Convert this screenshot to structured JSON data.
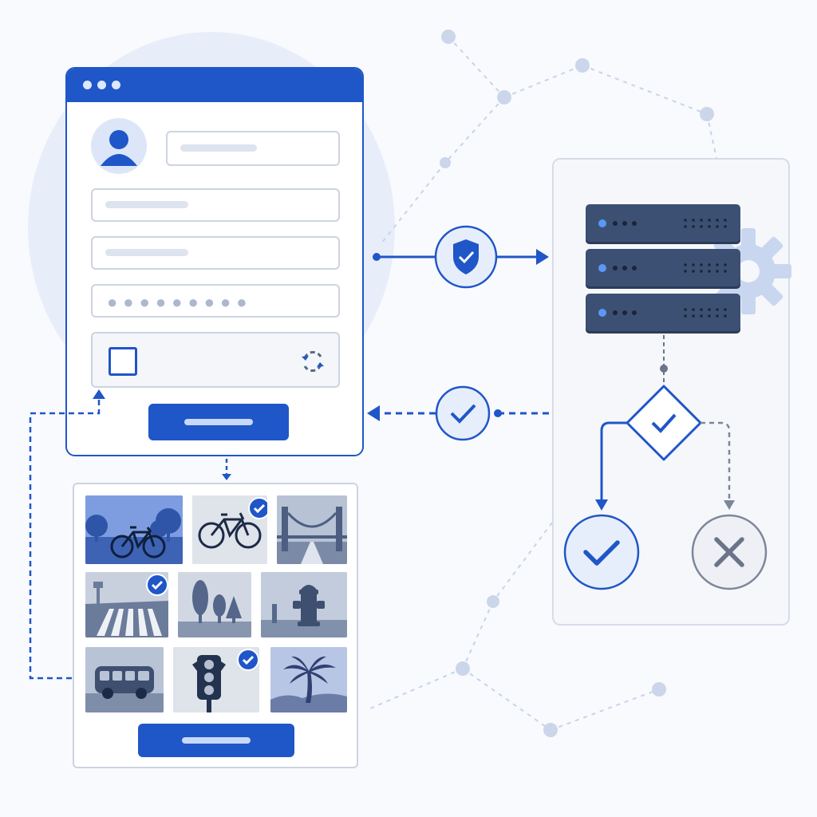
{
  "colors": {
    "primary": "#1f56c8",
    "panel_border": "#ccd3e2",
    "server_body": "#3c5073",
    "reject_gray": "#6b7488",
    "network_dots": "#cbd6ea"
  },
  "icons": {
    "user": "user-icon",
    "captcha_checkbox": "checkbox-icon",
    "captcha_refresh": "refresh-icon",
    "secure_request": "shield-check-icon",
    "server": "server-rack-icon",
    "server_settings": "gear-icon",
    "decision": "diamond-check-icon",
    "response_ok": "check-circle-icon",
    "accept": "check-circle-icon",
    "reject": "x-circle-icon"
  },
  "form": {
    "password_mask": "●●●●●●●●●"
  },
  "image_grid": {
    "tiles": [
      {
        "subject": "bicycle-park",
        "selected": false
      },
      {
        "subject": "bicycle",
        "selected": true
      },
      {
        "subject": "bridge",
        "selected": false
      },
      {
        "subject": "crosswalk",
        "selected": true
      },
      {
        "subject": "trees",
        "selected": false
      },
      {
        "subject": "fire-hydrant",
        "selected": false
      },
      {
        "subject": "bus",
        "selected": false
      },
      {
        "subject": "traffic-light",
        "selected": true
      },
      {
        "subject": "palm-tree",
        "selected": false
      }
    ]
  }
}
